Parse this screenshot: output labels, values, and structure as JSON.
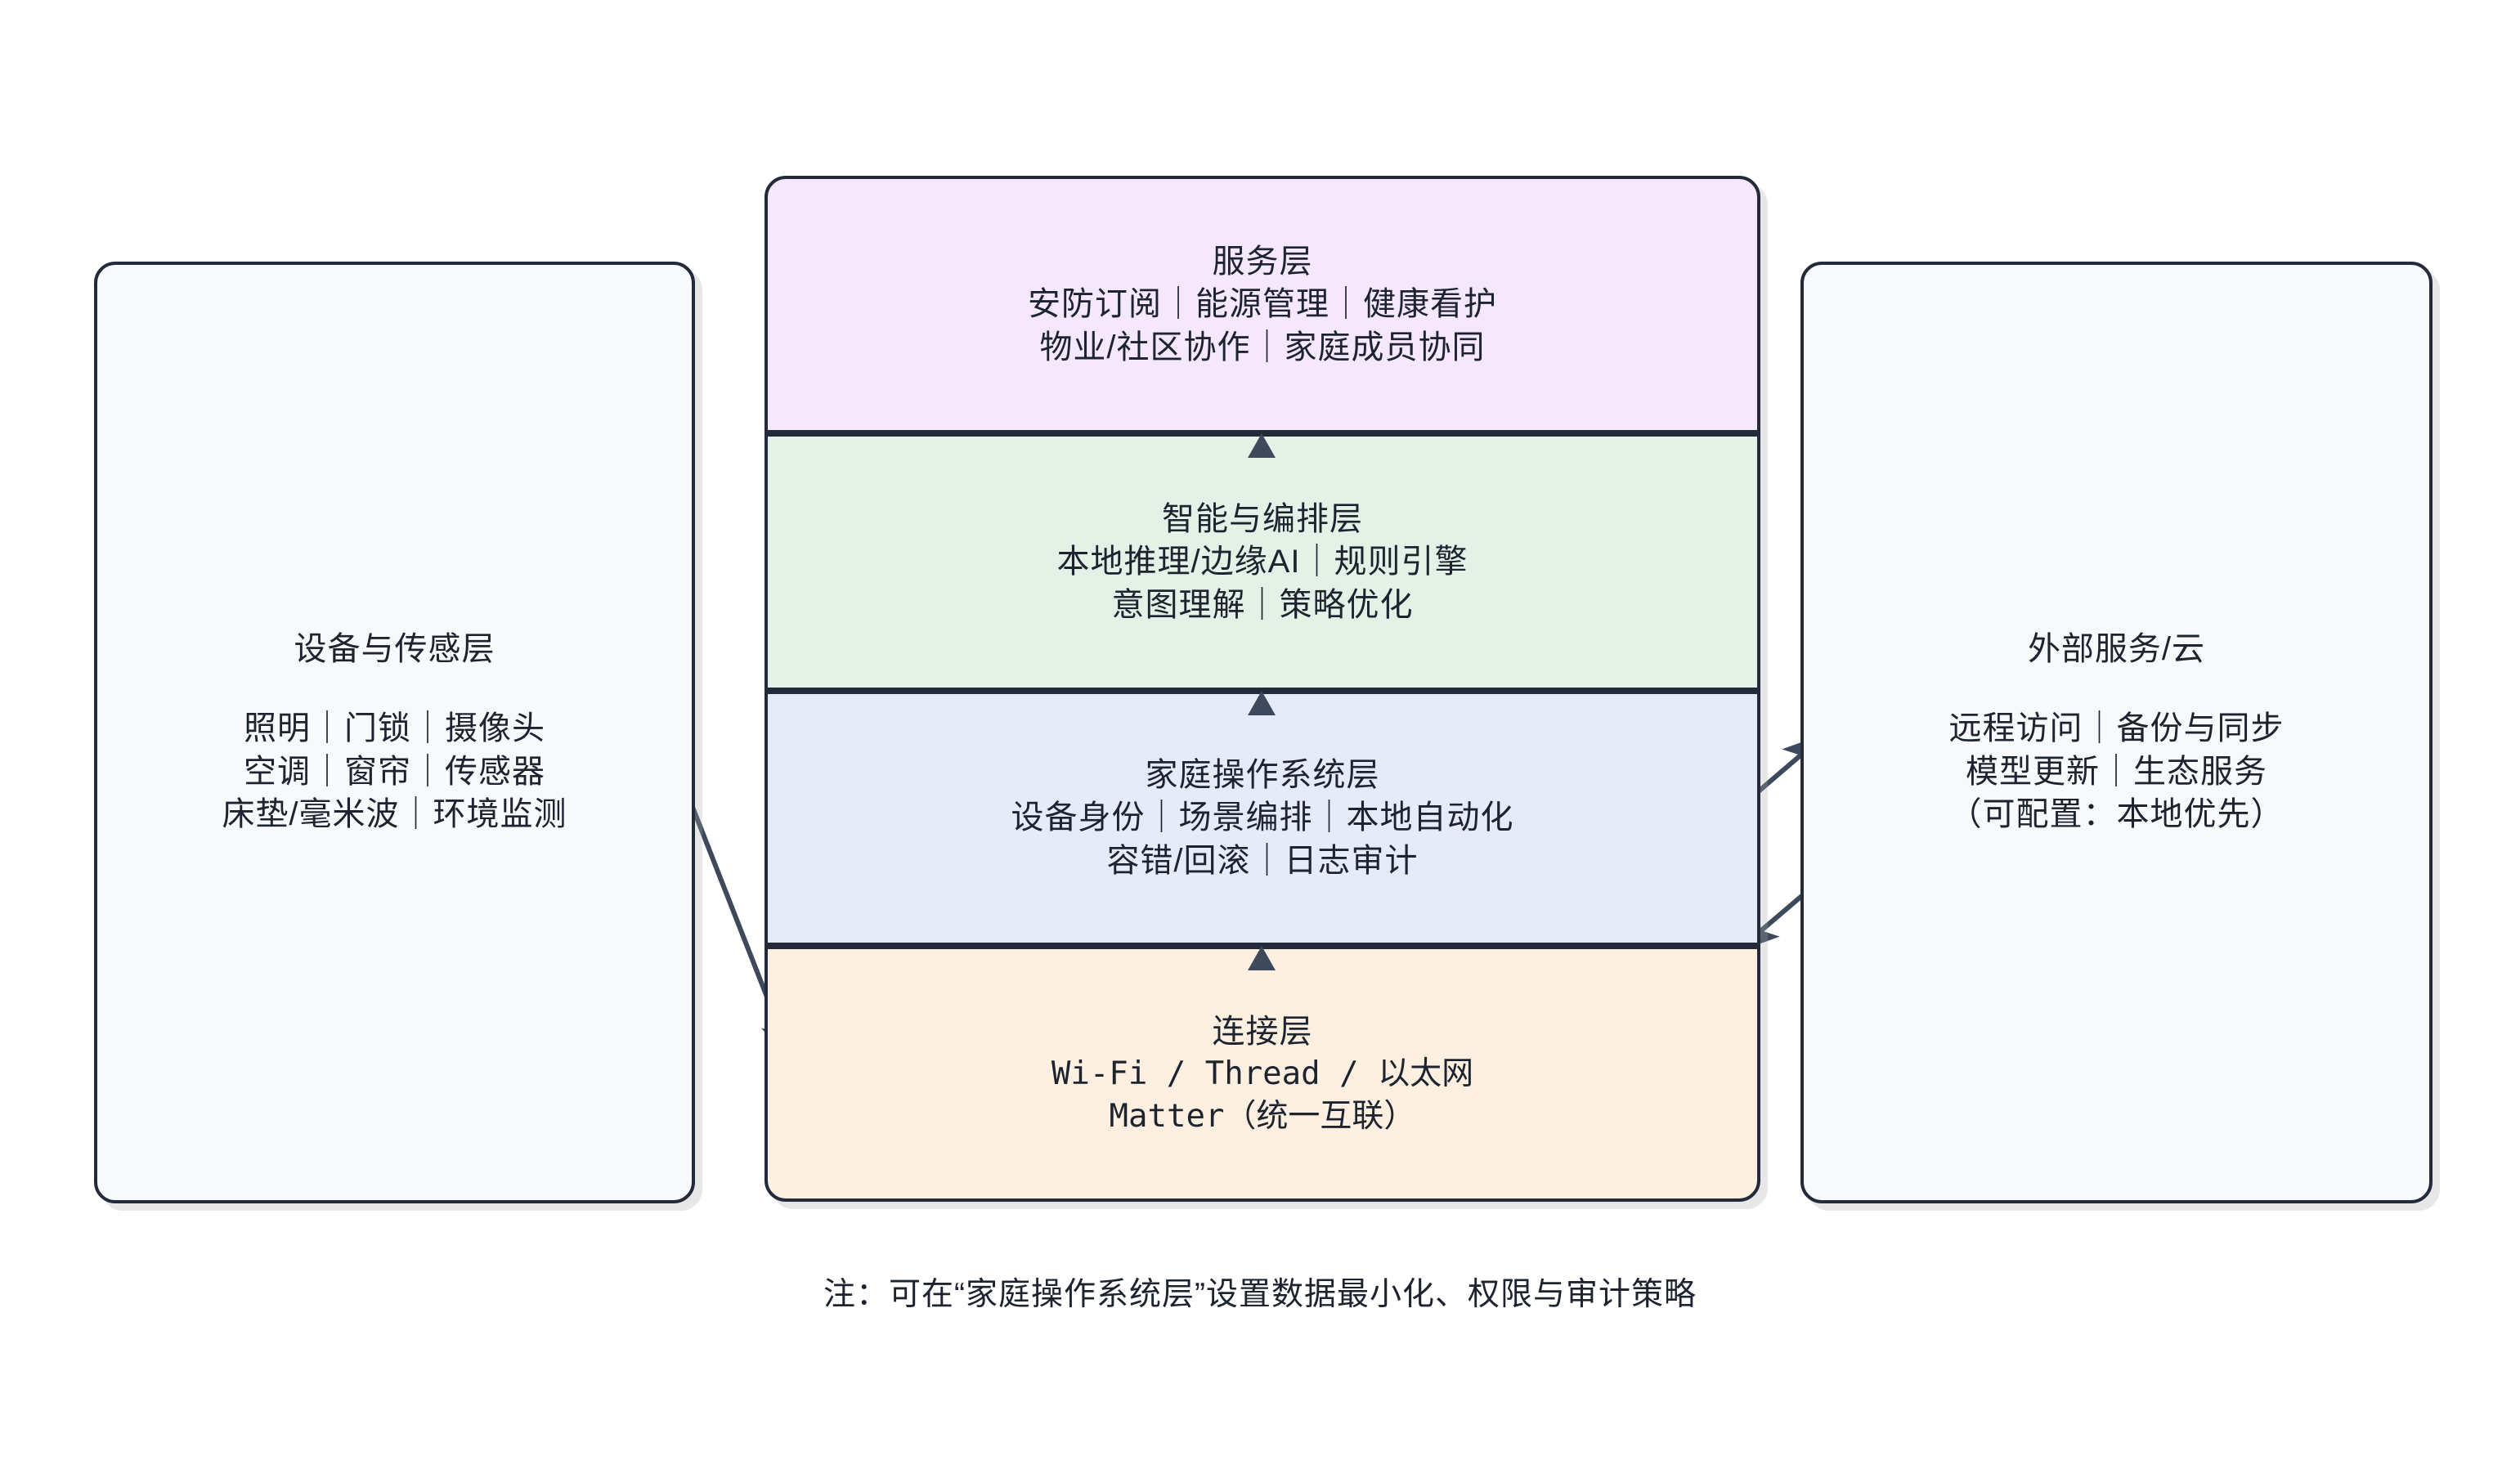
{
  "diagram": {
    "title_note": "注：可在“家庭操作系统层”设置数据最小化、权限与审计策略",
    "colors": {
      "border": "#232b3a",
      "arrow": "#3e4a5c",
      "service_layer": "#f5e8fb",
      "intelligence_layer": "#e4f1e6",
      "os_layer": "#e5ebf8",
      "connectivity_layer": "#fdf0e0",
      "side_box": "#f7f9fb",
      "background": "#ffffff"
    }
  },
  "left_box": {
    "title": "设备与传感层",
    "lines": [
      "照明｜门锁｜摄像头",
      "空调｜窗帘｜传感器",
      "床垫/毫米波｜环境监测"
    ]
  },
  "right_box": {
    "title": "外部服务/云",
    "lines": [
      "远程访问｜备份与同步",
      "模型更新｜生态服务",
      "（可配置：本地优先）"
    ]
  },
  "stack": {
    "layers": [
      {
        "id": "service",
        "title": "服务层",
        "lines": [
          "安防订阅｜能源管理｜健康看护",
          "物业/社区协作｜家庭成员协同"
        ]
      },
      {
        "id": "intelligence",
        "title": "智能与编排层",
        "lines": [
          "本地推理/边缘AI｜规则引擎",
          "意图理解｜策略优化"
        ]
      },
      {
        "id": "home-os",
        "title": "家庭操作系统层",
        "lines": [
          "设备身份｜场景编排｜本地自动化",
          "容错/回滚｜日志审计"
        ]
      },
      {
        "id": "connectivity",
        "title": "连接层",
        "lines": [
          "Wi-Fi / Thread / 以太网",
          "Matter（统一互联）"
        ]
      }
    ]
  },
  "connectors": [
    {
      "name": "devices-to-connectivity",
      "from": "设备与传感层",
      "to": "连接层",
      "direction": "down-right"
    },
    {
      "name": "os-to-cloud",
      "from": "家庭操作系统层",
      "to": "外部服务/云",
      "direction": "up-right"
    },
    {
      "name": "cloud-to-os",
      "from": "外部服务/云",
      "to": "家庭操作系统层",
      "direction": "down-left"
    },
    {
      "name": "connectivity-to-os",
      "from": "连接层",
      "to": "家庭操作系统层",
      "direction": "up"
    },
    {
      "name": "os-to-intelligence",
      "from": "家庭操作系统层",
      "to": "智能与编排层",
      "direction": "up"
    },
    {
      "name": "intelligence-to-service",
      "from": "智能与编排层",
      "to": "服务层",
      "direction": "up"
    }
  ]
}
